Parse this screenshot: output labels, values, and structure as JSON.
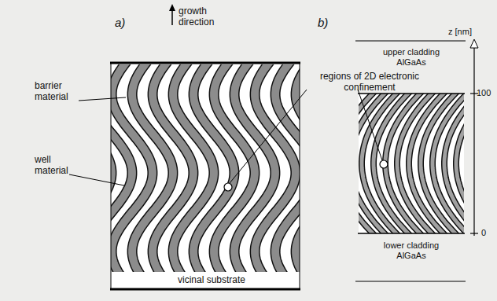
{
  "diagram": {
    "labels": [
      "a)",
      "growth direction",
      "barrier material",
      "well material",
      "vicinal substrate",
      "regions of 2D electronic confinement",
      "b)",
      "z [nm]",
      "upper cladding AlGaAs",
      "100",
      "lower cladding AlGaAs",
      "0"
    ]
  }
}
